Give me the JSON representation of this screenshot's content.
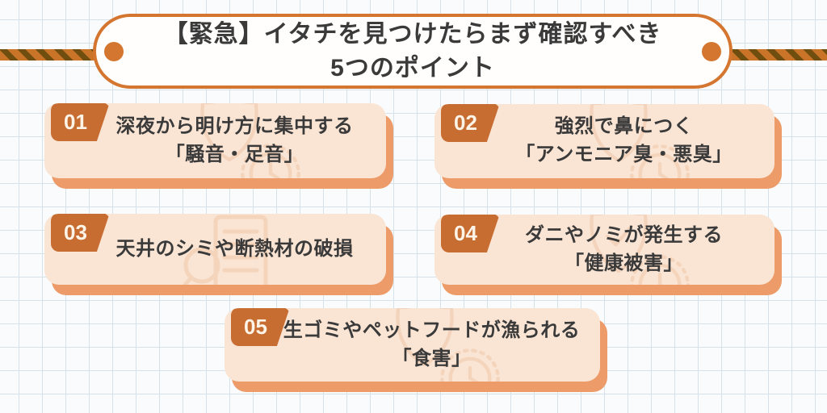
{
  "title": {
    "line1": "【緊急】イタチを見つけたらまず確認すべき",
    "line2": "5つのポイント"
  },
  "cards": [
    {
      "number": "01",
      "line1": "深夜から明け方に集中する",
      "line2": "「騒音・足音」",
      "watermark": "shield-clock"
    },
    {
      "number": "02",
      "line1": "強烈で鼻につく",
      "line2": "「アンモニア臭・悪臭」",
      "watermark": "shield-clock"
    },
    {
      "number": "03",
      "line1": "天井のシミや断熱材の破損",
      "line2": "",
      "watermark": "document-magnifier"
    },
    {
      "number": "04",
      "line1": "ダニやノミが発生する",
      "line2": "「健康被害」",
      "watermark": "shield-check-clock"
    },
    {
      "number": "05",
      "line1": "生ゴミやペットフードが漁られる",
      "line2": "「食害」",
      "watermark": "shield-clock"
    }
  ],
  "colors": {
    "accent": "#D4762F",
    "badge": "#C76D31",
    "badge-text": "#FDF3E7",
    "card-bg": "#FAE5D5",
    "card-shadow": "#EC9B69",
    "rope-base": "#C97428",
    "rope-stripe": "#6F4E10",
    "text": "#3A3A3A",
    "watermark": "#EFC6A6",
    "grid-line": "#D7E1E8"
  }
}
